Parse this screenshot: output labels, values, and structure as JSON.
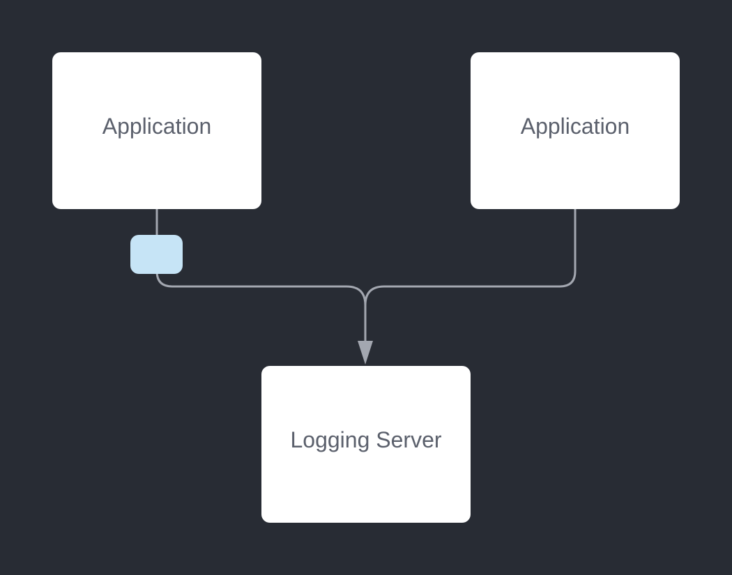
{
  "diagram": {
    "nodes": {
      "app_left": {
        "label": "Application"
      },
      "app_right": {
        "label": "Application"
      },
      "logging_server": {
        "label": "Logging Server"
      }
    },
    "edges": [
      {
        "from": "Application",
        "to": "Logging Server"
      },
      {
        "from": "Application",
        "to": "Logging Server"
      }
    ]
  },
  "colors": {
    "background": "#282c34",
    "node_fill": "#ffffff",
    "node_text": "#5b606c",
    "connector": "#a3a7b0",
    "connector_tag": "#c6e4f6"
  }
}
